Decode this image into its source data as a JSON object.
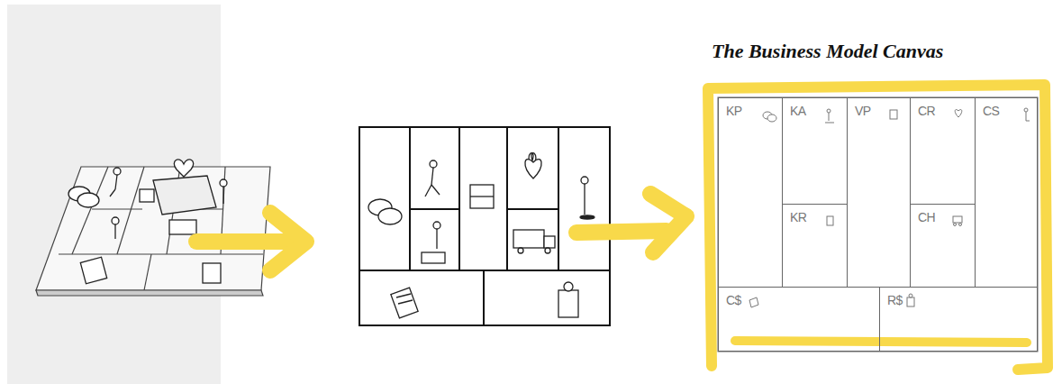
{
  "diagram": {
    "title": "The Business Model Canvas",
    "nodes": [
      {
        "text": [
          "KP"
        ]
      },
      {
        "text": [
          "KA"
        ]
      },
      {
        "text": [
          "VP"
        ]
      },
      {
        "text": [
          "CR"
        ]
      },
      {
        "text": [
          "CS"
        ]
      },
      {
        "text": [
          "KR"
        ]
      },
      {
        "text": [
          "CH"
        ]
      },
      {
        "text": [
          "C$"
        ]
      },
      {
        "text": [
          "R$"
        ]
      }
    ]
  }
}
